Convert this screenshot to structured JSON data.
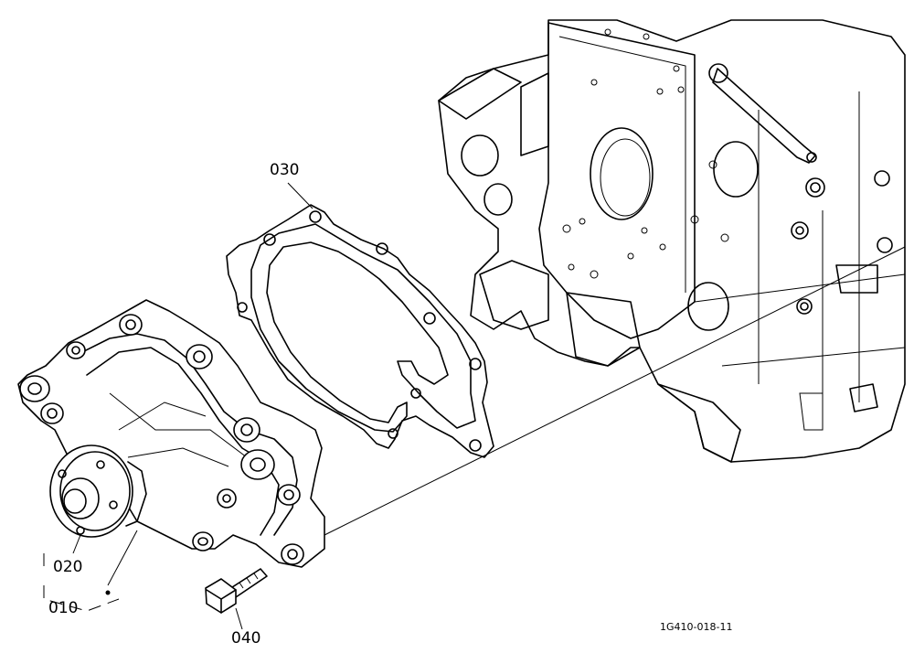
{
  "parts": [
    {
      "id": "010",
      "label": "010"
    },
    {
      "id": "020",
      "label": "020"
    },
    {
      "id": "030",
      "label": "030"
    },
    {
      "id": "040",
      "label": "040"
    }
  ],
  "drawing_ref": "1G410-018-11"
}
